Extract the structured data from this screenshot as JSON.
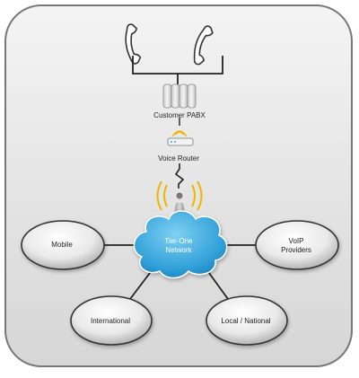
{
  "diagram": {
    "labels": {
      "pabx": "Customer PABX",
      "router": "Voice Router",
      "cloud_line1": "Tier-One",
      "cloud_line2": "Network",
      "mobile": "Mobile",
      "voip_line1": "VoIP",
      "voip_line2": "Providers",
      "international": "International",
      "local": "Local / National"
    },
    "icons": {
      "phones": [
        "phone-handset-icon",
        "phone-handset-icon"
      ],
      "pabx": "server-rack-icon",
      "router": "router-icon",
      "antenna": "antenna-icon"
    },
    "colors": {
      "panel": "#dcdcdc",
      "cloud": "#3aa6dc",
      "wireless": "#f0b400"
    }
  }
}
